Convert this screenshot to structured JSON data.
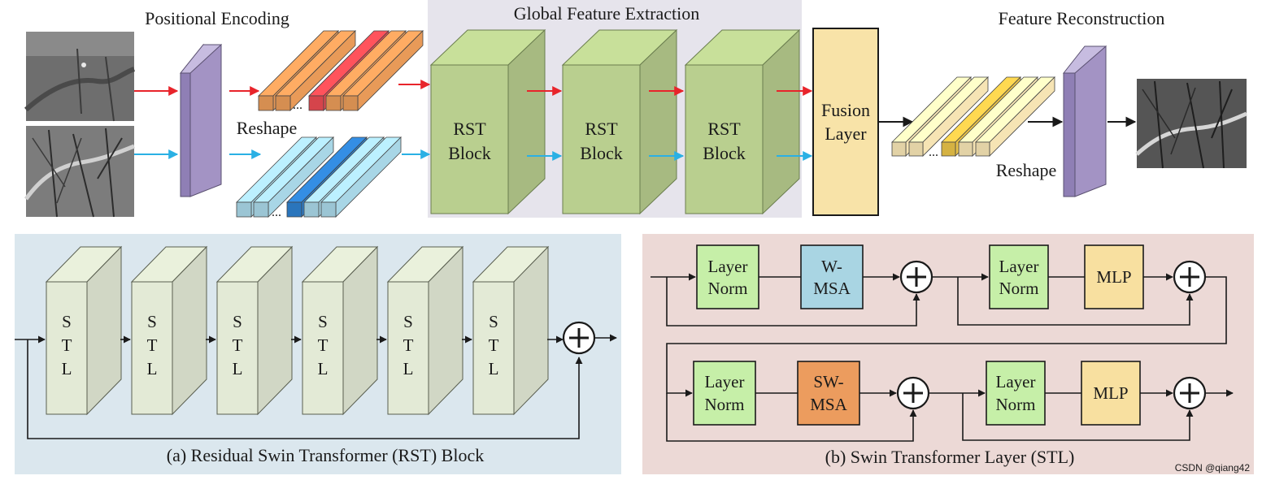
{
  "top": {
    "positional_encoding": "Positional Encoding",
    "global_feature_extraction": "Global Feature Extraction",
    "feature_reconstruction": "Feature Reconstruction",
    "reshape_left": "Reshape",
    "reshape_right": "Reshape",
    "ellipsis": "...",
    "rst_block_line1": "RST",
    "rst_block_line2": "Block",
    "fusion_line1": "Fusion",
    "fusion_line2": "Layer"
  },
  "panel_a": {
    "caption": "(a) Residual Swin Transformer (RST) Block",
    "stl_letters": [
      "S",
      "T",
      "L"
    ],
    "stl_count": 6
  },
  "panel_b": {
    "caption": "(b) Swin Transformer Layer (STL)",
    "layer_norm_line1": "Layer",
    "layer_norm_line2": "Norm",
    "wmsa_line1": "W-",
    "wmsa_line2": "MSA",
    "swmsa_line1": "SW-",
    "swmsa_line2": "MSA",
    "mlp": "MLP"
  },
  "watermark": "CSDN @qiang42",
  "colors": {
    "red_arrow": "#e8242b",
    "blue_arrow": "#2ab0e4",
    "purple_slab": "#a393c4",
    "orange_token": "#e89a58",
    "red_token": "#e84a52",
    "lightblue_token": "#a8d6e6",
    "darkblue_token": "#2e7fcc",
    "rst_green": "#b9cf8f",
    "fusion_yellow": "#f8e3a8",
    "cream_token": "#f6e4b4",
    "gold_token": "#e8c248",
    "panel_a_bg": "#dbe7ee",
    "panel_b_bg": "#ecd9d6",
    "panel_top_bg": "#e6e4ec",
    "stl_face": "#e3ead6",
    "ln_green": "#c6efa8",
    "wmsa_blue": "#a9d5e3",
    "swmsa_orange": "#ec9c5e",
    "mlp_yellow": "#f8e0a0"
  }
}
